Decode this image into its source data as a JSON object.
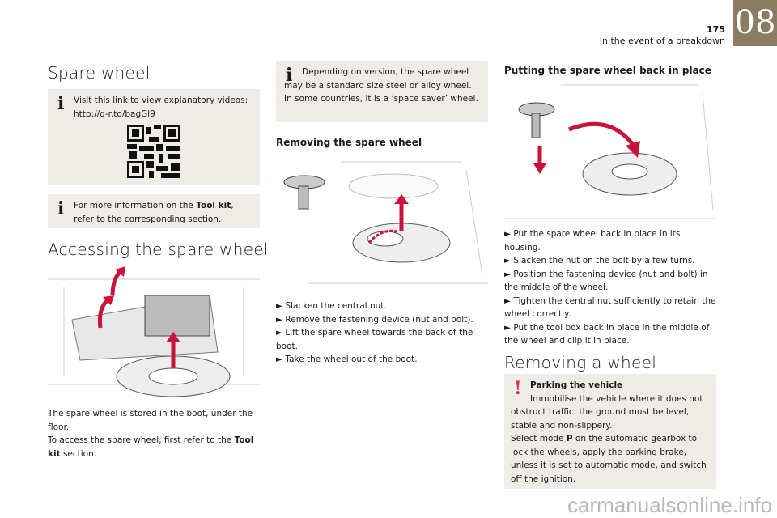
{
  "header": {
    "page_number": "175",
    "section": "In the event of a breakdown",
    "chapter": "08"
  },
  "left": {
    "title": "Spare wheel",
    "info1": {
      "line1": "Visit this link to view explanatory videos:",
      "link": "http://q-r.to/bagGl9"
    },
    "info2": {
      "pre": "For more information on the ",
      "bold": "Tool kit",
      "post": ", refer to the corresponding section."
    },
    "heading2": "Accessing the spare wheel",
    "para1": "The spare wheel is stored in the boot, under the floor.",
    "para2_pre": "To access the spare wheel, first refer to the ",
    "para2_bold": "Tool kit",
    "para2_post": " section."
  },
  "middle": {
    "info": {
      "line1": "Depending on version, the spare wheel may be a standard size steel or alloy wheel.",
      "line2": "In some countries, it is a ‘space saver’ wheel."
    },
    "heading": "Removing the spare wheel",
    "steps": [
      "► Slacken the central nut.",
      "► Remove the fastening device (nut and bolt).",
      "► Lift the spare wheel towards the back of the boot.",
      "► Take the wheel out of the boot."
    ]
  },
  "right": {
    "heading": "Putting the spare wheel back in place",
    "steps": [
      "► Put the spare wheel back in place in its housing.",
      "► Slacken the nut on the bolt by a few turns.",
      "► Position the fastening device (nut and bolt) in the middle of the wheel.",
      "► Tighten the central nut sufficiently to retain the wheel correctly.",
      "► Put the tool box back in place in the middle of the wheel and clip it in place."
    ],
    "heading2": "Removing a wheel",
    "warning": {
      "title": "Parking the vehicle",
      "p1": "Immobilise the vehicle where it does not obstruct traffic: the ground must be level, stable and non-slippery.",
      "p2_pre": "Select mode ",
      "p2_bold": "P",
      "p2_post": " on the automatic gearbox to lock the wheels, apply the parking brake, unless it is set to automatic mode, and switch off the ignition."
    }
  },
  "watermark": "carmanualsonline.info",
  "colors": {
    "chapter": "#8c7d62",
    "box": "#efece8",
    "arrow": "#c8143c",
    "warn": "#e0245e"
  }
}
